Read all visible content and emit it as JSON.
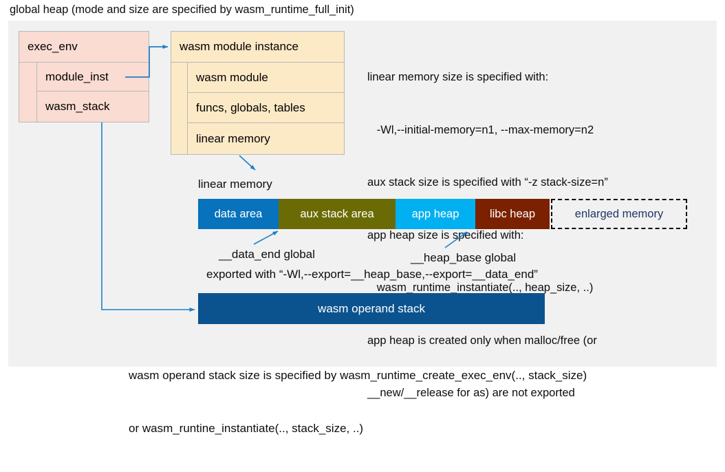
{
  "title": "global heap (mode and size are specified by wasm_runtime_full_init)",
  "exec_env": {
    "header": "exec_env",
    "rows": [
      {
        "label": "module_inst"
      },
      {
        "label": "wasm_stack"
      }
    ]
  },
  "module_instance": {
    "header": "wasm module instance",
    "rows": [
      {
        "label": "wasm module"
      },
      {
        "label": "funcs, globals, tables"
      },
      {
        "label": "linear memory"
      }
    ]
  },
  "notes_right": [
    "linear memory size is specified with:",
    "   -Wl,--initial-memory=n1, --max-memory=n2",
    "aux stack size is specified with “-z stack-size=n”",
    "app heap size is specified with:",
    "   wasm_runtime_instantiate(.., heap_size, ..)",
    "app heap is created only when malloc/free (or",
    "__new/__release for as) are not exported"
  ],
  "linear_memory": {
    "caption": "linear memory",
    "segments": [
      {
        "label": "data area",
        "color": "#0872BC",
        "text_color": "#ffffff",
        "dashed": false
      },
      {
        "label": "aux stack area",
        "color": "#6B6B06",
        "text_color": "#ffffff",
        "dashed": false
      },
      {
        "label": "app heap",
        "color": "#01B0F1",
        "text_color": "#ffffff",
        "dashed": false
      },
      {
        "label": "libc heap",
        "color": "#7B2100",
        "text_color": "#ffffff",
        "dashed": false
      },
      {
        "label": "enlarged memory",
        "color": "#f1f1f1",
        "text_color": "#1F3864",
        "dashed": true
      }
    ]
  },
  "annotations": {
    "data_end": "__data_end global",
    "heap_base": "__heap_base global",
    "exported_with": "exported with “-Wl,--export=__heap_base,--export=__data_end”"
  },
  "operand_stack": {
    "label": "wasm operand stack",
    "color": "#0B538E"
  },
  "notes_bottom": [
    "wasm operand stack size is specified by wasm_runtime_create_exec_env(.., stack_size)",
    "or wasm_runtine_instantiate(.., stack_size, ..)"
  ],
  "colors": {
    "panel_background": "#f1f1f1",
    "exec_env_fill": "#fadcd2",
    "module_instance_fill": "#fce9c6",
    "connector_blue": "#1F7FC6",
    "box_border": "#b9b9b9"
  }
}
